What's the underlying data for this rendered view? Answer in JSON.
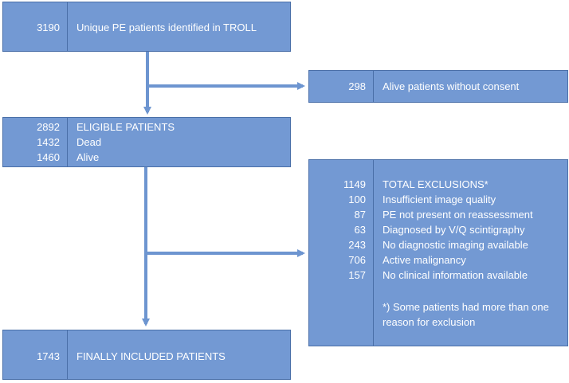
{
  "colors": {
    "box_fill": "#7399d3",
    "box_border": "#4a6fa8",
    "arrow": "#6d95d0",
    "text": "#ffffff"
  },
  "identified": {
    "count": "3190",
    "label": "Unique PE patients identified in TROLL"
  },
  "no_consent": {
    "count": "298",
    "label": "Alive patients without consent"
  },
  "eligible": {
    "rows": [
      {
        "count": "2892",
        "label": "ELIGIBLE PATIENTS"
      },
      {
        "count": "1432",
        "label": "Dead"
      },
      {
        "count": "1460",
        "label": "Alive"
      }
    ]
  },
  "exclusions": {
    "rows": [
      {
        "count": "1149",
        "label": "TOTAL EXCLUSIONS*"
      },
      {
        "count": "100",
        "label": "Insufficient image quality"
      },
      {
        "count": "87",
        "label": "PE not present on reassessment"
      },
      {
        "count": "63",
        "label": "Diagnosed by V/Q scintigraphy"
      },
      {
        "count": "243",
        "label": "No diagnostic imaging available"
      },
      {
        "count": "706",
        "label": "Active malignancy"
      },
      {
        "count": "157",
        "label": "No clinical information available"
      }
    ],
    "footnote": "*) Some patients had more than one reason for exclusion"
  },
  "included": {
    "count": "1743",
    "label": "FINALLY INCLUDED PATIENTS"
  }
}
